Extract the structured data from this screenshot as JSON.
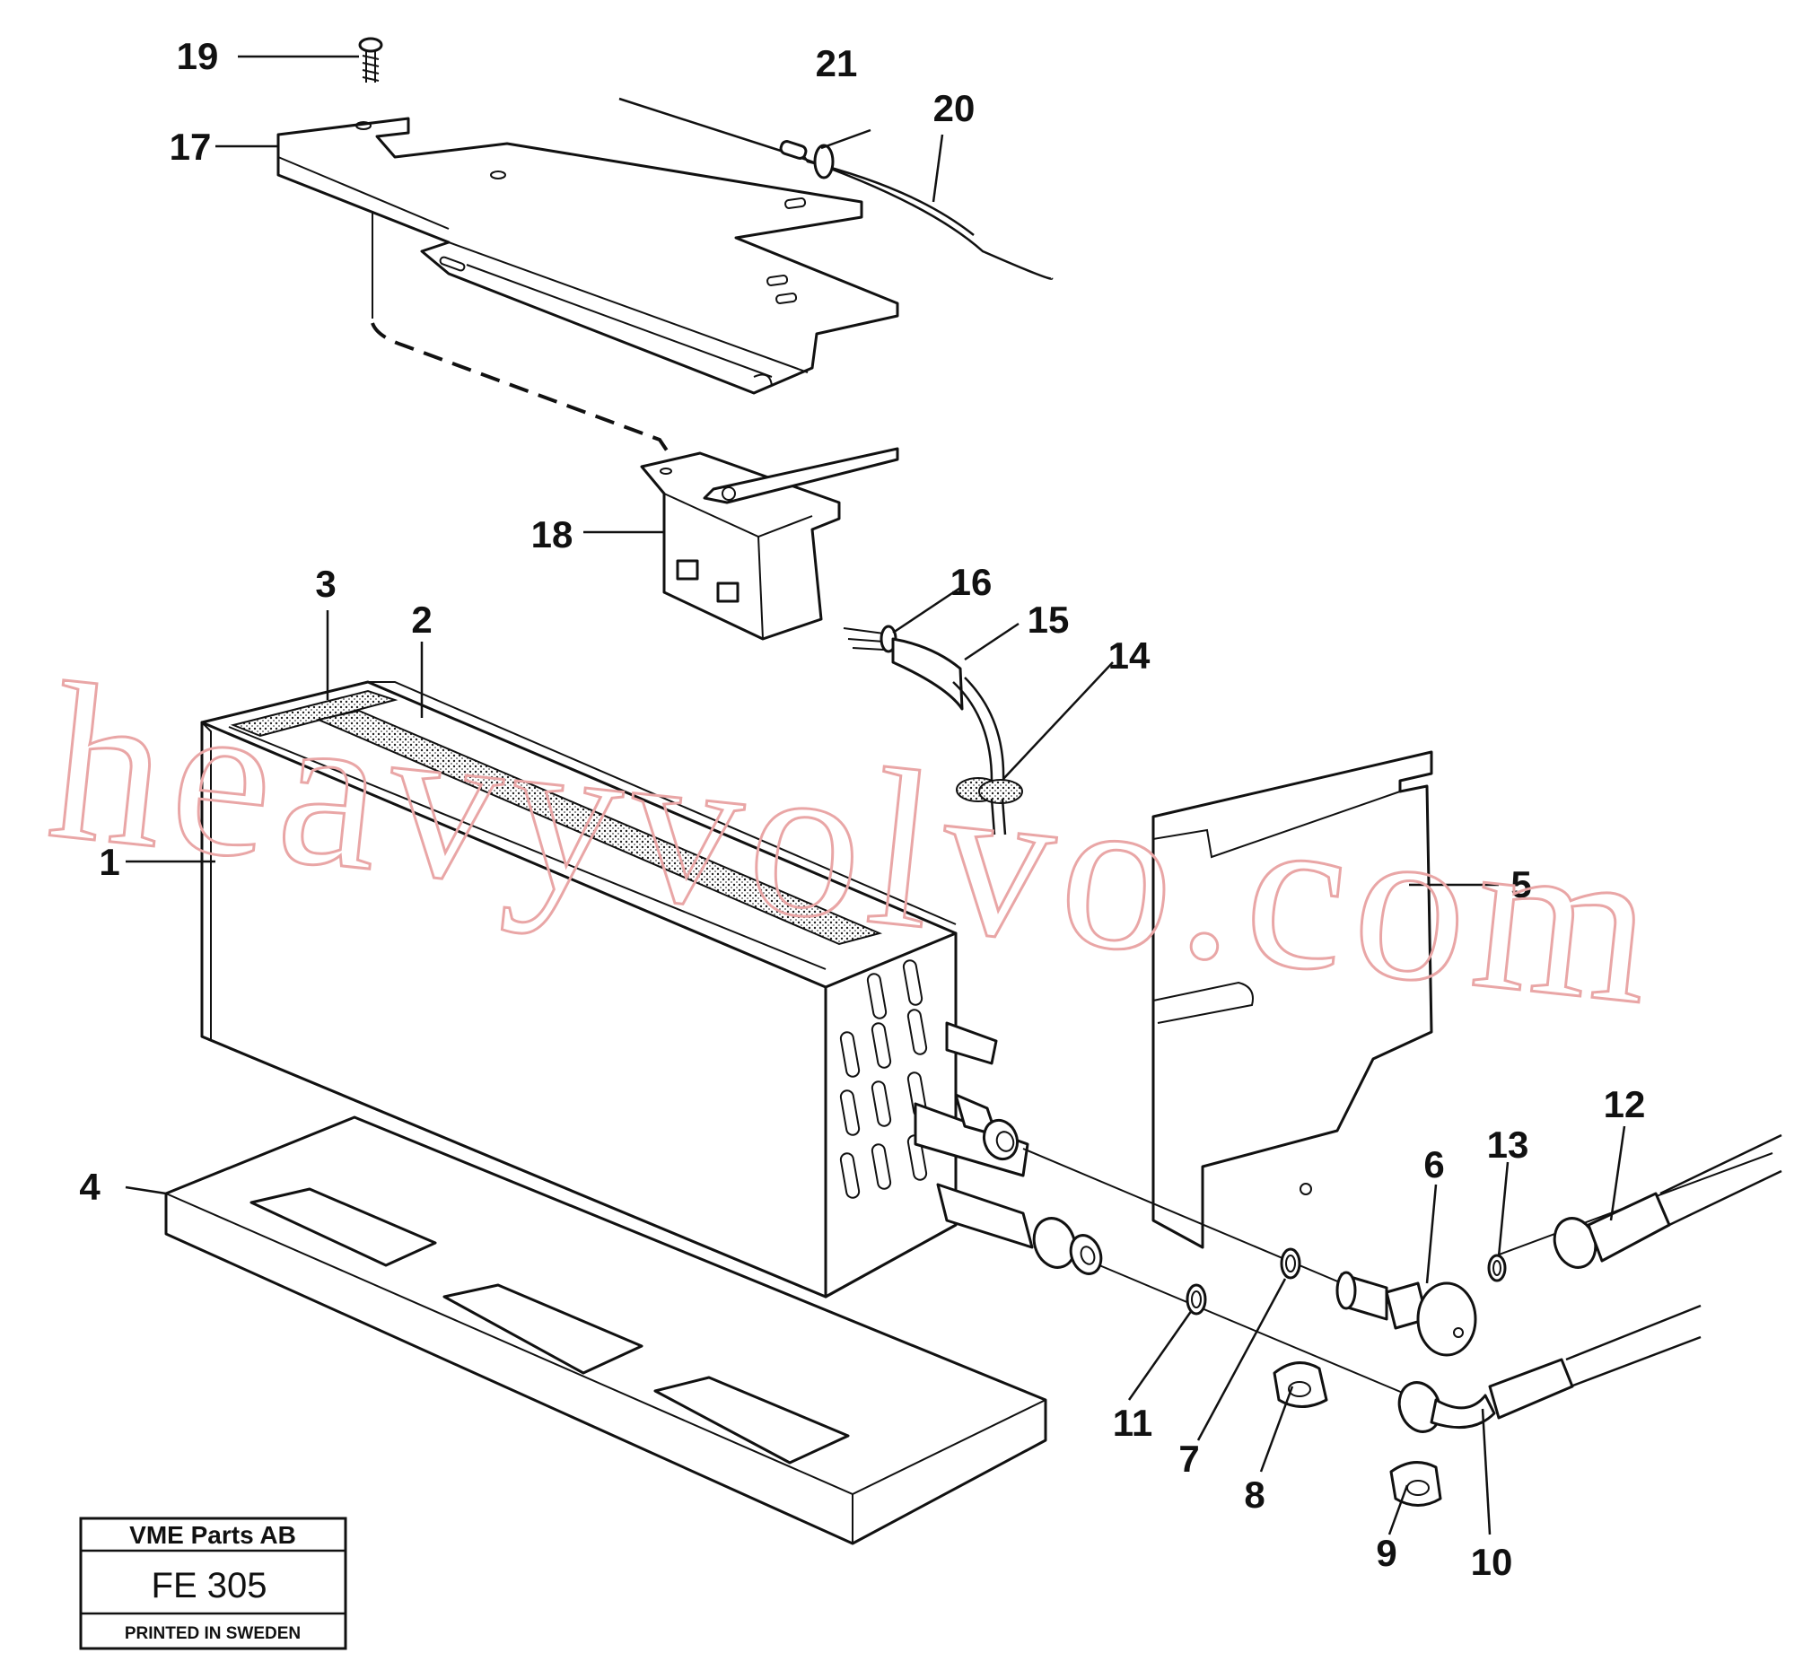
{
  "diagram": {
    "watermark": "heavyvolvo.com",
    "watermark_color": "#e9a6a6",
    "callouts": [
      "1",
      "2",
      "3",
      "4",
      "5",
      "6",
      "7",
      "8",
      "9",
      "10",
      "11",
      "12",
      "13",
      "14",
      "15",
      "16",
      "17",
      "18",
      "19",
      "20",
      "21"
    ]
  },
  "title_block": {
    "company": "VME Parts AB",
    "code": "FE 305",
    "printed": "PRINTED IN SWEDEN"
  }
}
